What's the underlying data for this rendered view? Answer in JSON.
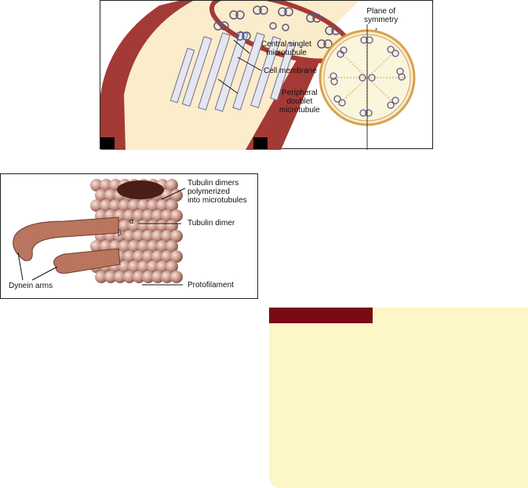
{
  "top_figure": {
    "labels": {
      "plane_of_symmetry_line1": "Plane of",
      "plane_of_symmetry_line2": "symmetry",
      "central_singlet_line1": "Central singlet",
      "central_singlet_line2": "microtubule",
      "cell_membrane": "Cell membrane",
      "peripheral_doublet_line1": "Peripheral",
      "peripheral_doublet_line2": "doublet",
      "peripheral_doublet_line3": "microtubule"
    }
  },
  "bottom_figure": {
    "labels": {
      "tubulin_dimers_line1": "Tubulin dimers",
      "tubulin_dimers_line2": "polymerized",
      "tubulin_dimers_line3": "into microtubules",
      "tubulin_dimer": "Tubulin dimer",
      "alpha": "α",
      "beta": "β",
      "dynein_arms": "Dynein arms",
      "protofilament": "Protofilament"
    }
  },
  "colors": {
    "membrane": "#a43a36",
    "cream": "#fbeccb",
    "tubulin": "#c9968a",
    "dynein": "#b9755e",
    "box_bg": "#fdf6c7",
    "box_tab": "#7a0a14"
  }
}
